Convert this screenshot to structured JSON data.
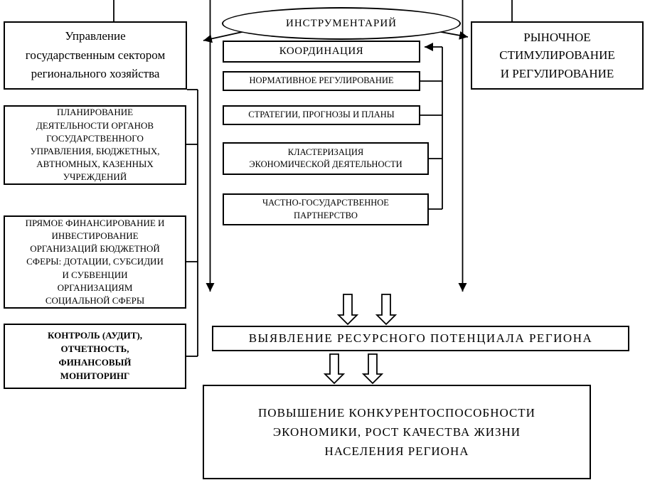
{
  "nodes": {
    "instrumentarium": {
      "label": "ИНСТРУМЕНТАРИЙ"
    },
    "state_sector": {
      "label": "Управление\nгосударственным сектором\nрегионального хозяйства"
    },
    "market": {
      "label": "РЫНОЧНОЕ\nСТИМУЛИРОВАНИЕ\nИ РЕГУЛИРОВАНИЕ"
    },
    "coordination": {
      "label": "КООРДИНАЦИЯ"
    },
    "normative": {
      "label": "НОРМАТИВНОЕ РЕГУЛИРОВАНИЕ"
    },
    "strategies": {
      "label": "СТРАТЕГИИ, ПРОГНОЗЫ И ПЛАНЫ"
    },
    "clustering": {
      "label": "КЛАСТЕРИЗАЦИЯ\nЭКОНОМИЧЕСКОЙ ДЕЯТЕЛЬНОСТИ"
    },
    "partnership": {
      "label": "ЧАСТНО-ГОСУДАРСТВЕННОЕ\nПАРТНЕРСТВО"
    },
    "planning": {
      "label": "ПЛАНИРОВАНИЕ\nДЕЯТЕЛЬНОСТИ ОРГАНОВ\nГОСУДАРСТВЕННОГО\nУПРАВЛЕНИЯ, БЮДЖЕТНЫХ,\nАВТНОМНЫХ, КАЗЕННЫХ\nУЧРЕЖДЕНИЙ"
    },
    "financing": {
      "label": "ПРЯМОЕ ФИНАНСИРОВАНИЕ И\nИНВЕСТИРОВАНИЕ\nОРГАНИЗАЦИЙ БЮДЖЕТНОЙ\nСФЕРЫ: ДОТАЦИИ, СУБСИДИИ\nИ СУБВЕНЦИИ\nОРГАНИЗАЦИЯМ\nСОЦИАЛЬНОЙ СФЕРЫ"
    },
    "control": {
      "label": "КОНТРОЛЬ (АУДИТ),\nОТЧЕТНОСТЬ,\nФИНАНСОВЫЙ\nМОНИТОРИНГ"
    },
    "resource_potential": {
      "label": "ВЫЯВЛЕНИЕ РЕСУРСНОГО ПОТЕНЦИАЛА РЕГИОНА"
    },
    "competitiveness": {
      "label": "ПОВЫШЕНИЕ КОНКУРЕНТОСПОСОБНОСТИ\nЭКОНОМИКИ, РОСТ КАЧЕСТВА ЖИЗНИ\nНАСЕЛЕНИЯ РЕГИОНА"
    }
  },
  "colors": {
    "line": "#000000",
    "box_fill": "#ffffff"
  }
}
